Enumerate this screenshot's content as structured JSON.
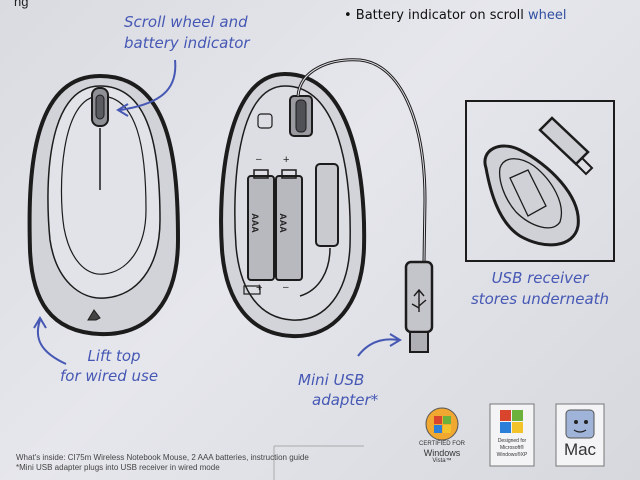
{
  "header": {
    "partial_text": "ng",
    "bullet_text": "• Battery indicator on scroll ",
    "bullet_accent": "wheel"
  },
  "callouts": {
    "scroll_line1": "Scroll wheel and",
    "scroll_line2": "battery indicator",
    "lift_line1": "Lift top",
    "lift_line2": "for wired use",
    "mini_line1": "Mini USB",
    "mini_line2": "adapter*",
    "receiver_line1": "USB receiver",
    "receiver_line2": "stores underneath"
  },
  "battery_labels": [
    "AAA",
    "AAA"
  ],
  "polarity": [
    "–",
    "+",
    "+",
    "–"
  ],
  "footer": {
    "line1": "What's inside: CI75m Wireless Notebook Mouse, 2 AAA batteries, instruction guide",
    "line2": "*Mini USB adapter plugs into USB receiver in wired mode"
  },
  "logos": {
    "vista_line1": "CERTIFIED FOR",
    "vista_line2": "Windows",
    "vista_line3": "Vista™",
    "xp_line1": "Designed for",
    "xp_line2": "Microsoft®",
    "xp_line3": "Windows®XP",
    "mac_label": "Mac"
  },
  "colors": {
    "callout_blue": "#4658b4",
    "background": "#dfe0e5"
  }
}
